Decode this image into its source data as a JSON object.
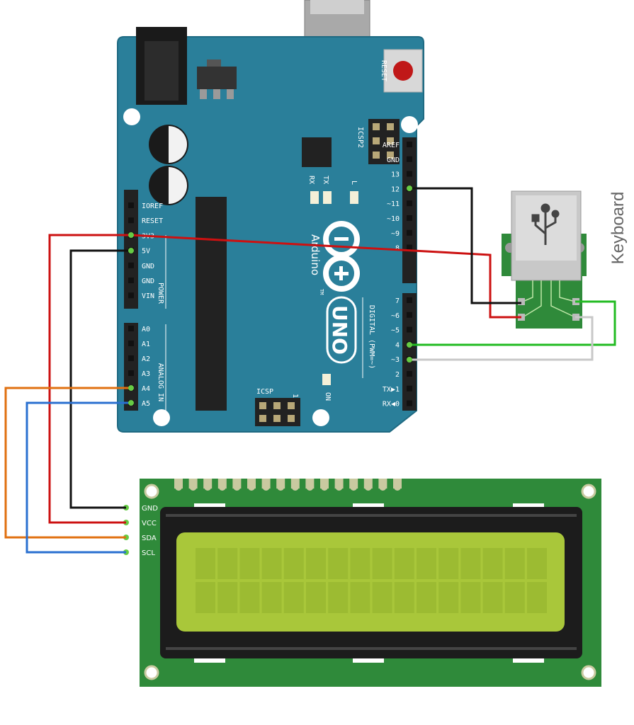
{
  "arduino": {
    "brand": "Arduino",
    "trademark": "TM",
    "model": "UNO",
    "reset_label": "RESET",
    "icsp_label": "ICSP",
    "icsp_pin1": "1",
    "icsp2_label": "ICSP2",
    "tx_label": "TX",
    "rx_label": "RX",
    "l_label": "L",
    "on_label": "ON",
    "power_header": "POWER",
    "analog_header": "ANALOG IN",
    "digital_header": "DIGITAL (PWM=~)",
    "power_pins": [
      "IOREF",
      "RESET",
      "3V3",
      "5V",
      "GND",
      "GND",
      "VIN"
    ],
    "analog_pins": [
      "A0",
      "A1",
      "A2",
      "A3",
      "A4",
      "A5"
    ],
    "digital_top_pins": [
      "AREF",
      "GND",
      "13",
      "12",
      "~11",
      "~10",
      "~9",
      "8"
    ],
    "digital_bottom_pins": [
      "7",
      "~6",
      "~5",
      "4",
      "~3",
      "2",
      "TX▶1",
      "RX◀0"
    ]
  },
  "keyboard": {
    "label": "Keyboard"
  },
  "lcd": {
    "pins": [
      "GND",
      "VCC",
      "SDA",
      "SCL"
    ]
  },
  "colors": {
    "board": "#2a7f9a",
    "lcd_pcb": "#2f8a3a",
    "lcd_screen": "#a9c73a",
    "wire_red": "#cc1111",
    "wire_black": "#111111",
    "wire_orange": "#e07010",
    "wire_blue": "#2a70d0",
    "wire_green": "#22bb22",
    "wire_white": "#c8c8c8"
  },
  "icons": {
    "usb_symbol": "usb-icon",
    "reset_button": "reset-button"
  }
}
